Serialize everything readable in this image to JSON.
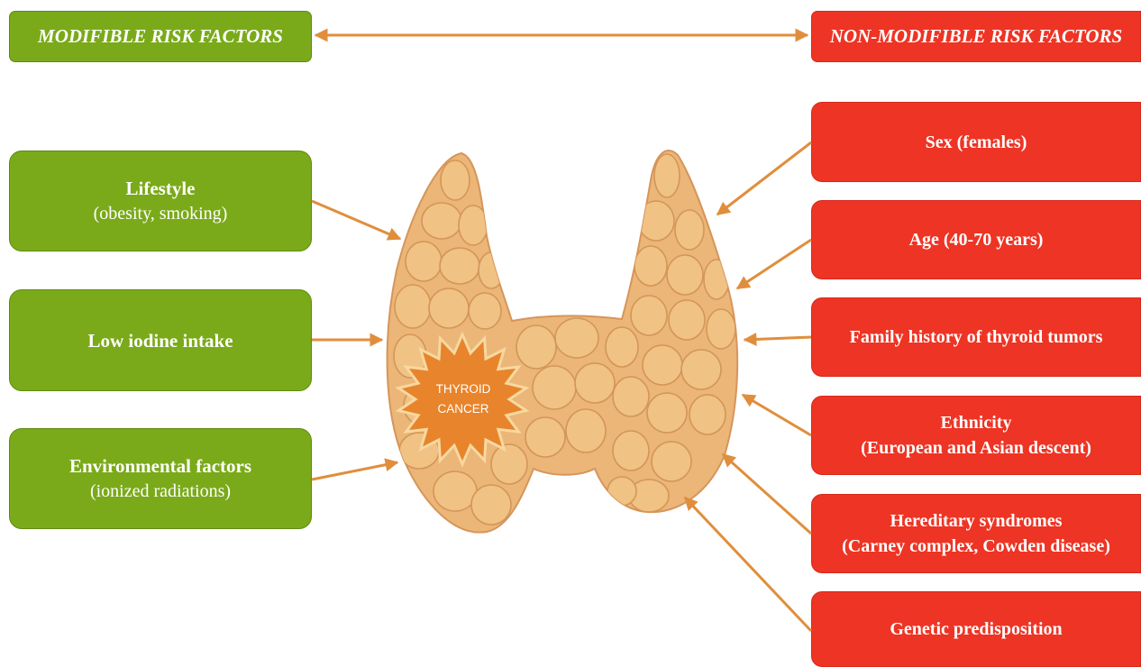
{
  "header": {
    "modifiable": "MODIFIBLE RISK FACTORS",
    "non_modifiable": "NON-MODIFIBLE RISK FACTORS"
  },
  "modifiable_factors": [
    {
      "title": "Lifestyle",
      "detail": "(obesity, smoking)"
    },
    {
      "title": "Low iodine intake",
      "detail": ""
    },
    {
      "title": "Environmental factors",
      "detail": "(ionized radiations)"
    }
  ],
  "non_modifiable_factors": [
    {
      "title": "Sex (females)",
      "detail": ""
    },
    {
      "title": "Age (40-70 years)",
      "detail": ""
    },
    {
      "title": "Family history of thyroid tumors",
      "detail": ""
    },
    {
      "title": "Ethnicity",
      "detail": "(European and Asian descent)"
    },
    {
      "title": "Hereditary syndromes",
      "detail": "(Carney complex, Cowden disease)"
    },
    {
      "title": "Genetic predisposition",
      "detail": ""
    }
  ],
  "center": {
    "label_line1": "THYROID",
    "label_line2": "CANCER"
  },
  "colors": {
    "modifiable": "#7aaa19",
    "non_modifiable": "#ee3424",
    "arrow": "#e08e3c",
    "thyroid": "#ebb677",
    "tumor": "#e8842c"
  }
}
